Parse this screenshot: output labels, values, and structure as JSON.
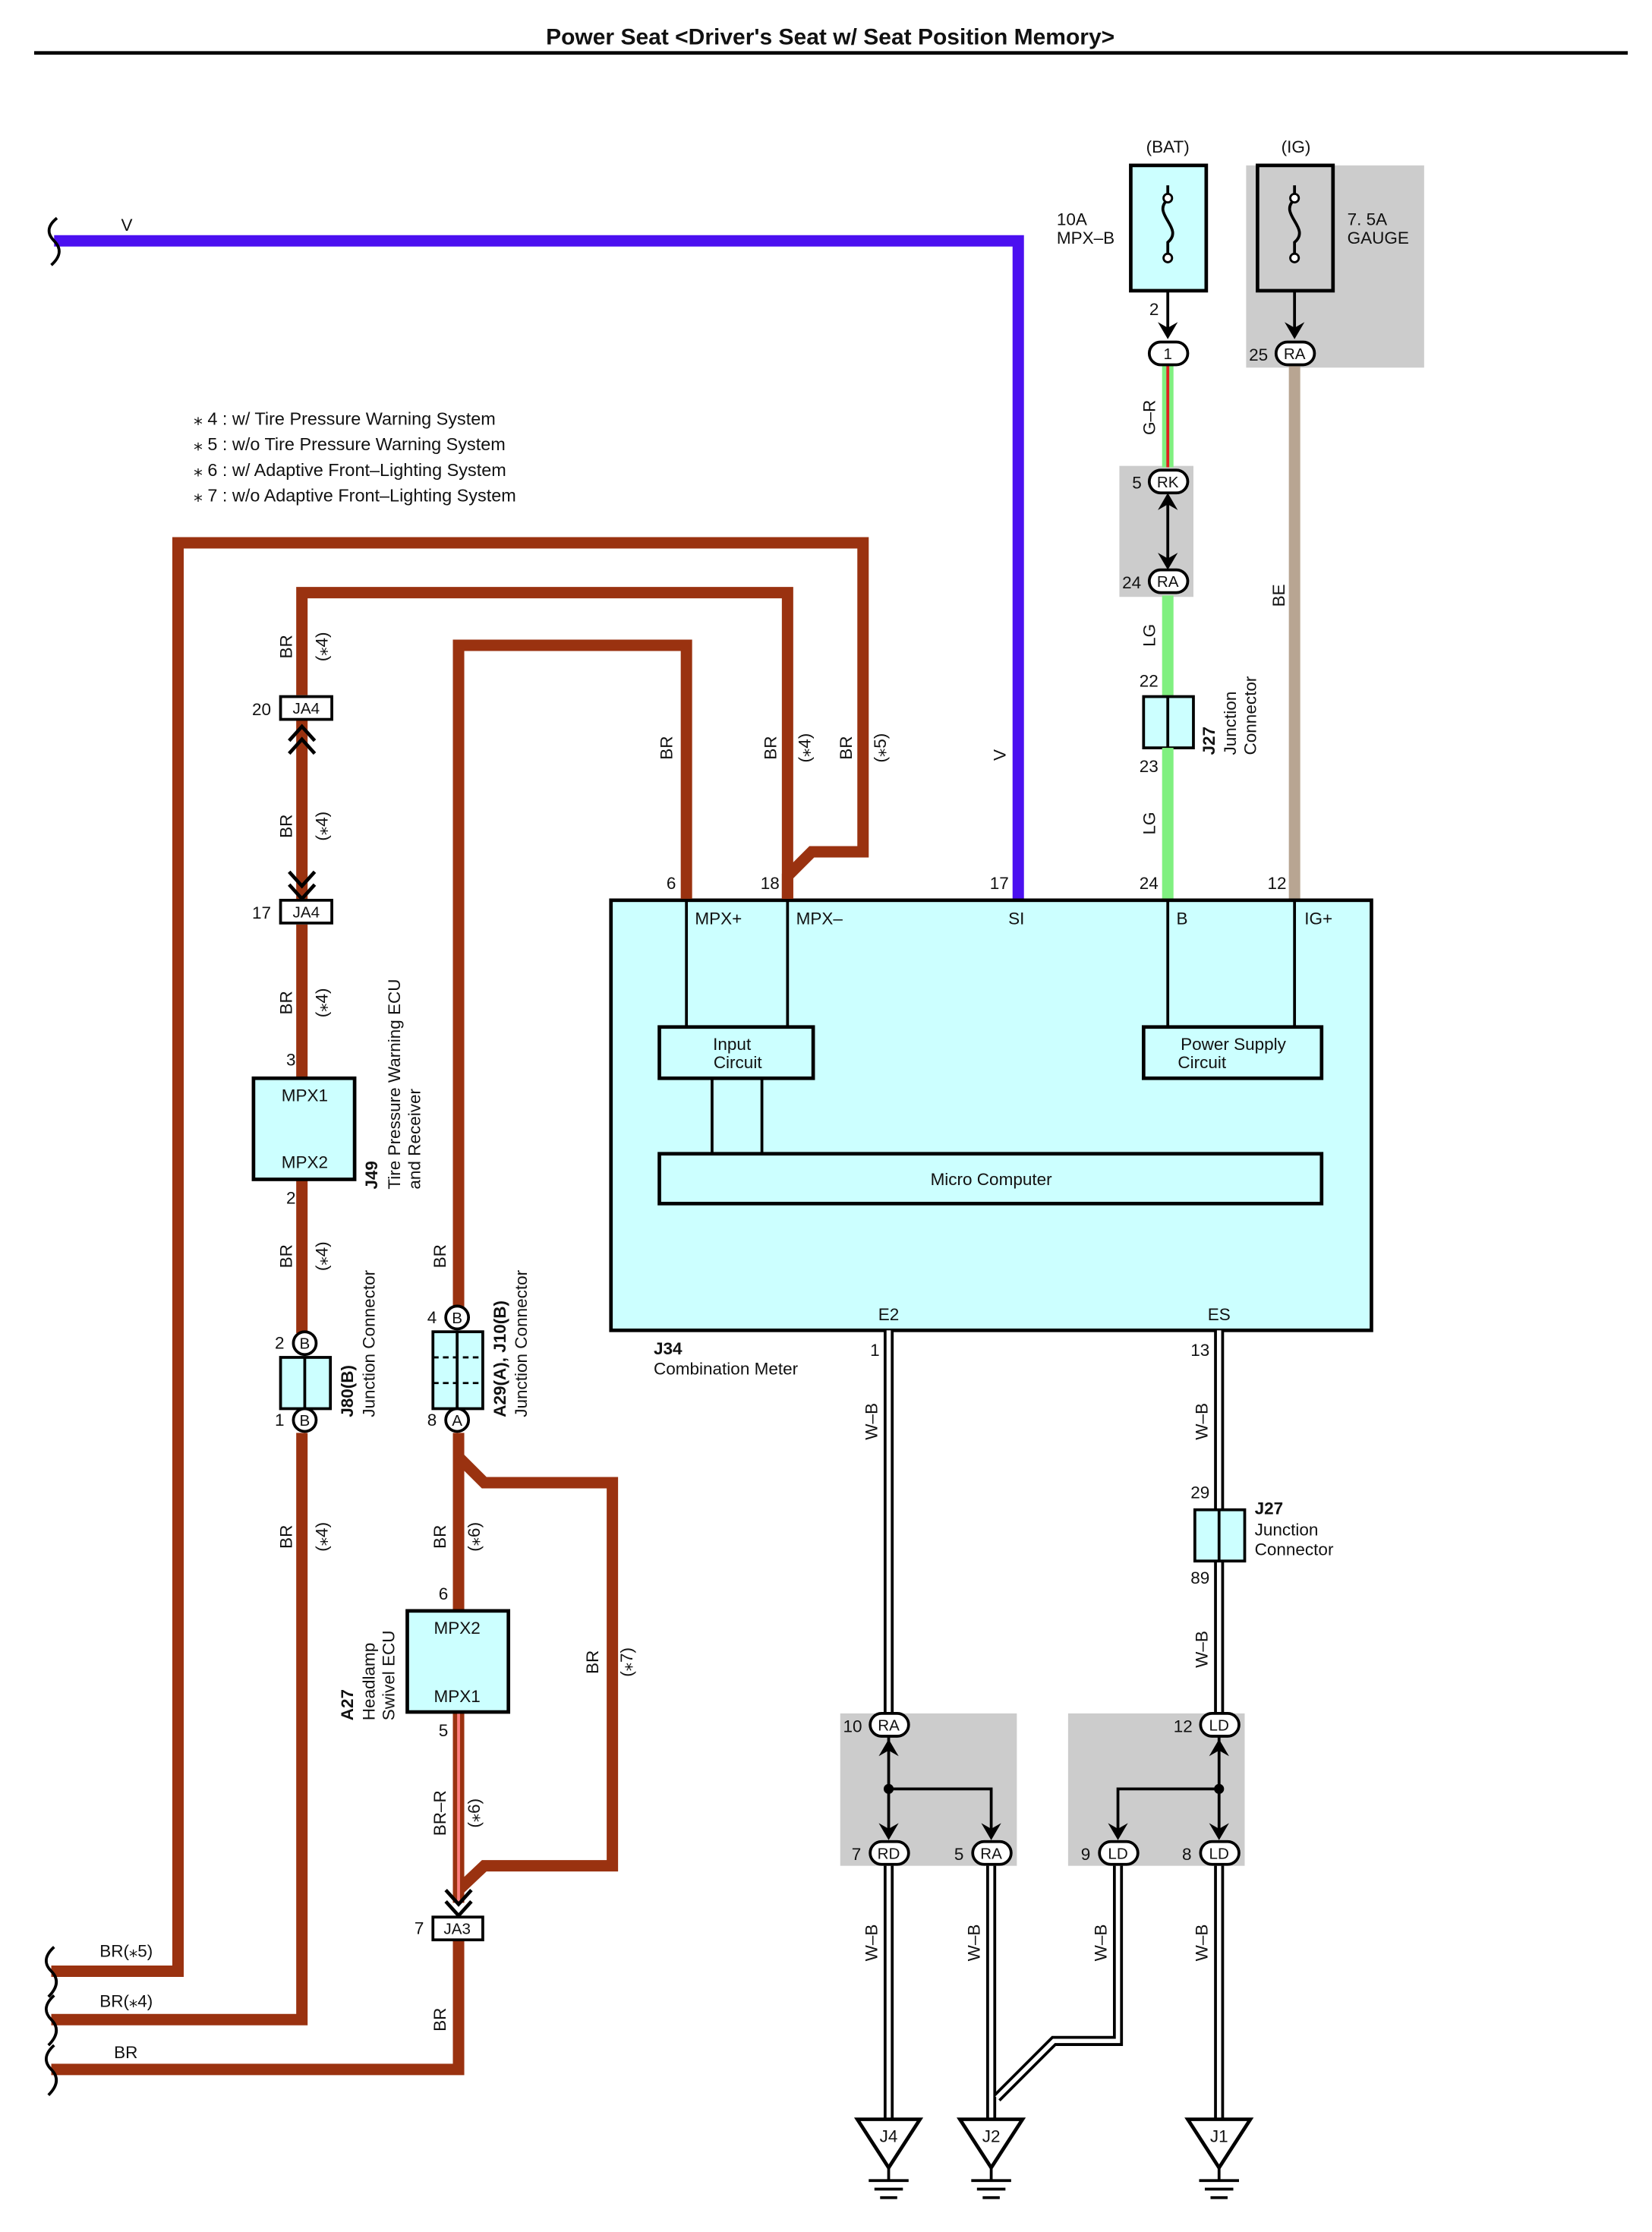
{
  "title": "Power Seat <Driver's Seat w/ Seat Position Memory>",
  "notes": [
    "⁎ 4 : w/ Tire Pressure Warning System",
    "⁎ 5 : w/o Tire Pressure Warning System",
    "⁎ 6 : w/ Adaptive Front–Lighting System",
    "⁎ 7 : w/o Adaptive Front–Lighting System"
  ],
  "colors": {
    "brown": "#9a3210",
    "violet": "#4b10f0",
    "light_green": "#80f080",
    "beige": "#b8a592",
    "cyan": "#ccffff",
    "gray": "#cccccc",
    "red": "#e02020"
  },
  "fuses": {
    "bat": {
      "source": "(BAT)",
      "amp": "10A",
      "name": "MPX–B",
      "pin": "2"
    },
    "ig": {
      "source": "(IG)",
      "amp": "7. 5A",
      "name": "GAUGE"
    }
  },
  "wires": {
    "v": "V",
    "gr": "G–R",
    "lg": "LG",
    "be": "BE",
    "br": "BR",
    "wb": "W–B",
    "brr": "BR–R",
    "br5": "BR(⁎5)",
    "br4": "BR(⁎4)",
    "n4": "(⁎4)",
    "n5": "(⁎5)",
    "n6": "(⁎6)",
    "n7": "(⁎7)"
  },
  "connectors": {
    "c1": "1",
    "ra": "RA",
    "rk": "RK",
    "ja4": "JA4",
    "ja3": "JA3",
    "rd": "RD",
    "ld": "LD",
    "a": "A",
    "b": "B"
  },
  "pins": {
    "p25": "25",
    "p5": "5",
    "p24": "24",
    "p22": "22",
    "p23": "23",
    "p20": "20",
    "p17": "17",
    "p3": "3",
    "p2": "2",
    "p1": "1",
    "p4": "4",
    "p8": "8",
    "p6": "6",
    "p7": "7",
    "p18": "18",
    "p12": "12",
    "p13": "13",
    "p29": "29",
    "p89": "89",
    "p10": "10",
    "p9": "9"
  },
  "meter": {
    "code": "J34",
    "name": "Combination Meter",
    "mpx_plus": "MPX+",
    "mpx_minus": "MPX–",
    "si": "SI",
    "b": "B",
    "ig_plus": "IG+",
    "e2": "E2",
    "es": "ES",
    "input_circuit": [
      "Input",
      "Circuit"
    ],
    "power_supply": [
      "Power Supply",
      "Circuit"
    ],
    "micro": "Micro Computer"
  },
  "components": {
    "j27": {
      "code": "J27",
      "name": [
        "Junction",
        "Connector"
      ]
    },
    "j49": {
      "code": "J49",
      "name": [
        "Tire Pressure Warning ECU",
        "and Receiver"
      ],
      "mpx1": "MPX1",
      "mpx2": "MPX2"
    },
    "j80": {
      "code": "J80(B)",
      "name": "Junction Connector"
    },
    "a29": {
      "code": "A29(A), J10(B)",
      "name": "Junction Connector"
    },
    "a27": {
      "code": "A27",
      "name": [
        "Headlamp",
        "Swivel ECU"
      ],
      "mpx1": "MPX1",
      "mpx2": "MPX2"
    }
  },
  "grounds": {
    "j4": "J4",
    "j2": "J2",
    "j1": "J1"
  }
}
